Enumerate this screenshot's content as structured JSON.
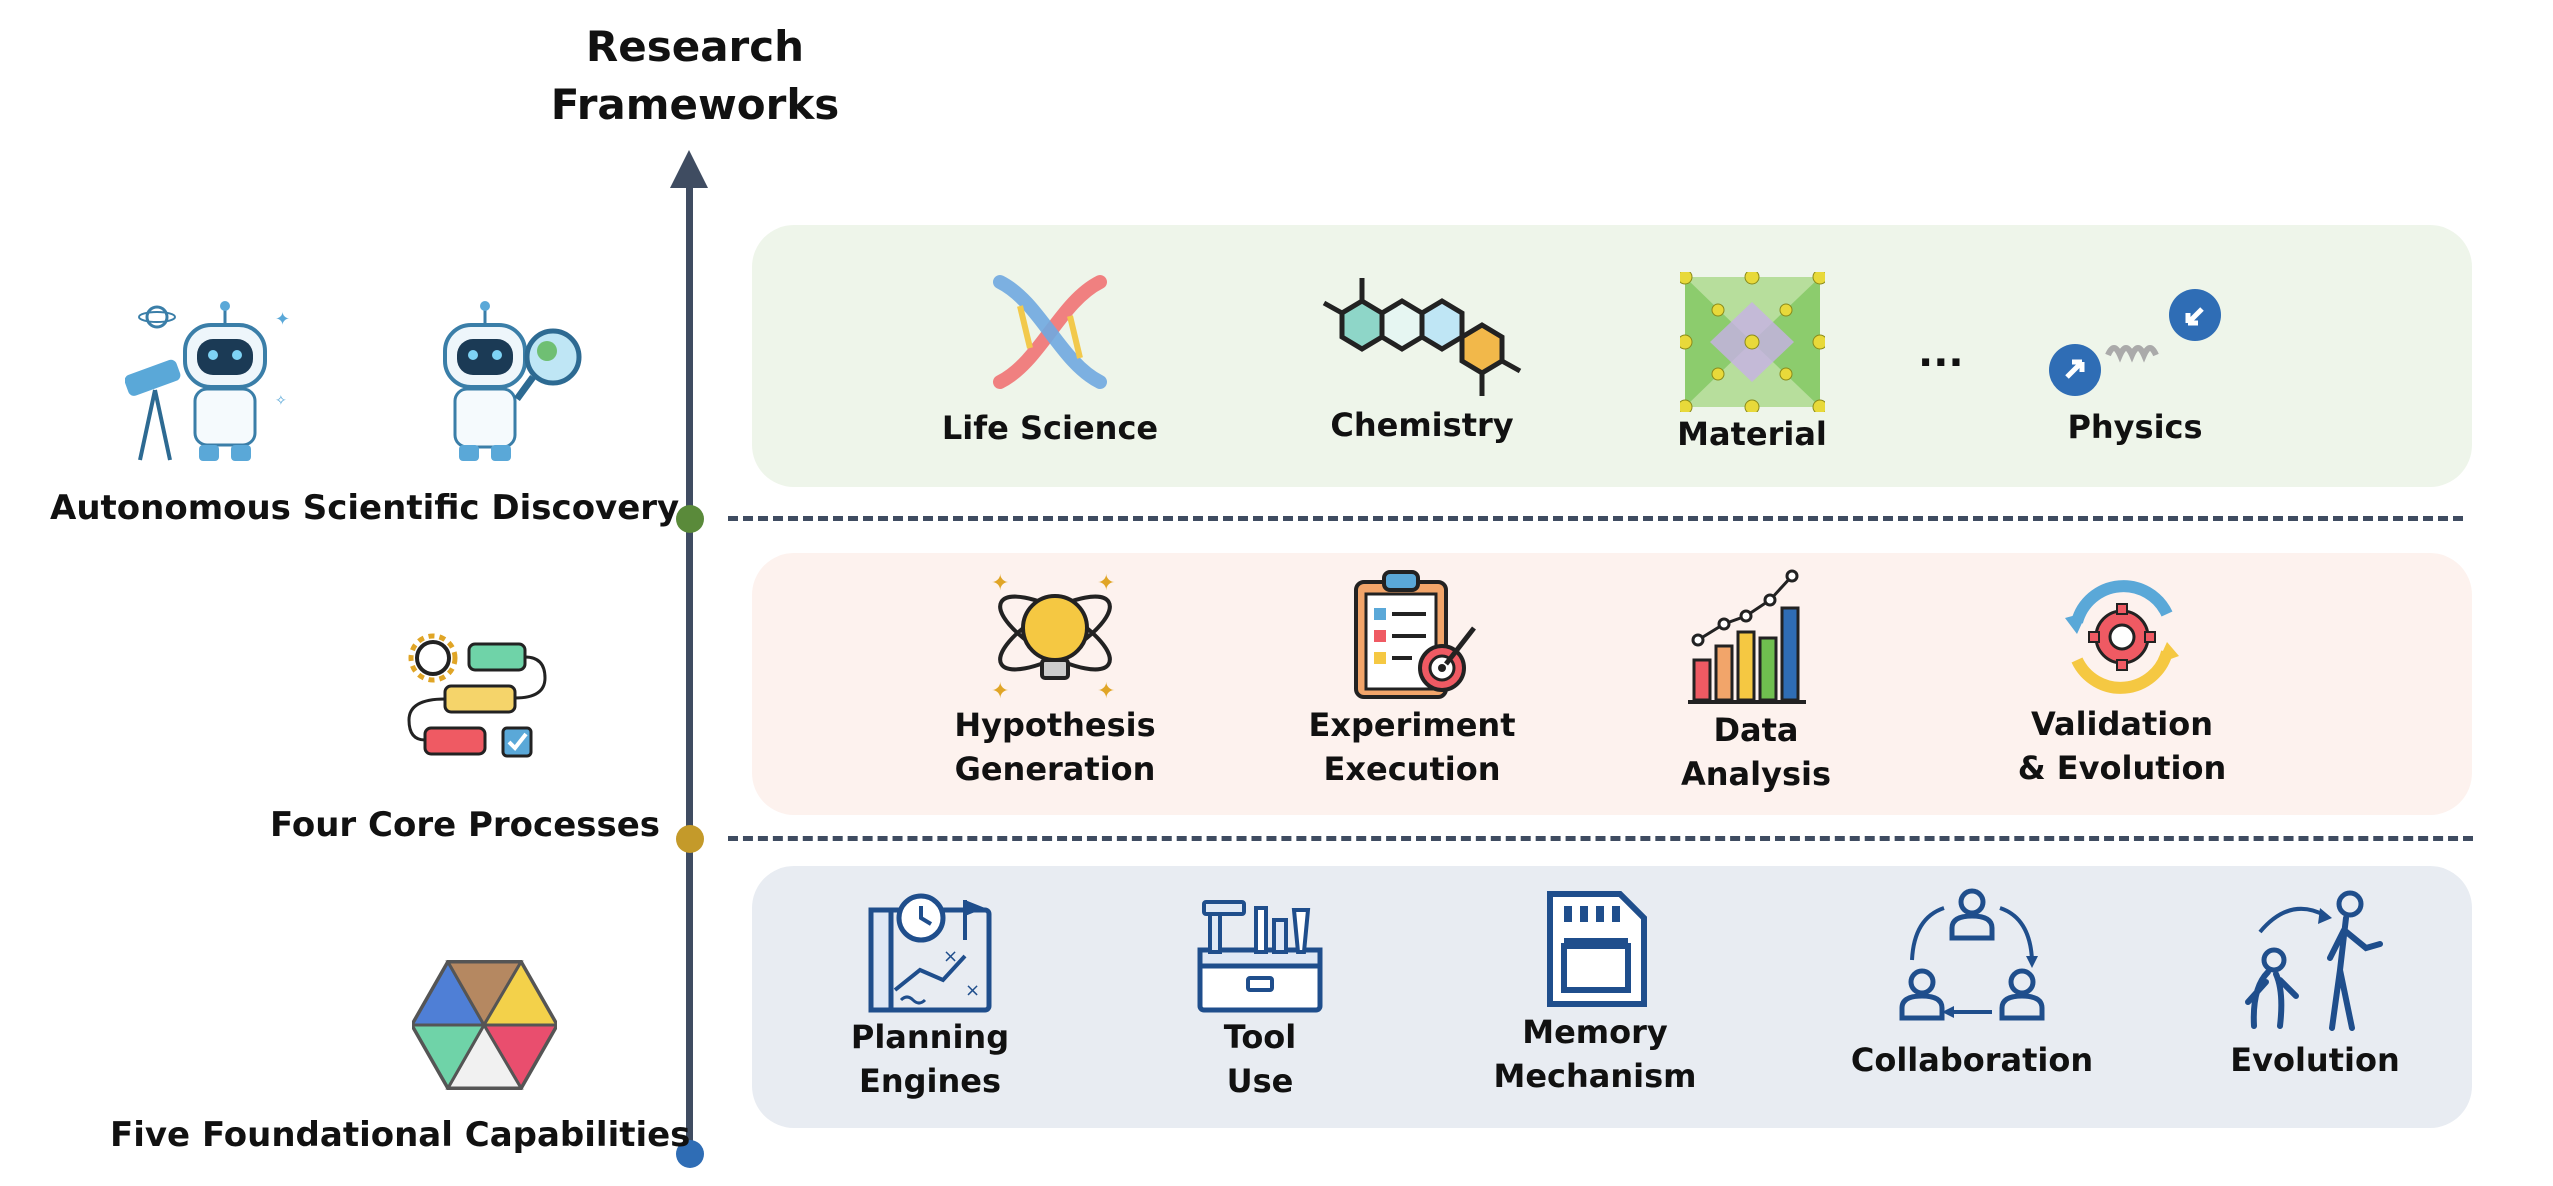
{
  "axis": {
    "title": "Research\nFrameworks"
  },
  "levels": {
    "top": {
      "label": "Autonomous Scientific Discovery",
      "dot_color": "#5a8a3a",
      "band_color": "#eef5ea"
    },
    "mid": {
      "label": "Four Core Processes",
      "dot_color": "#c49a2a",
      "band_color": "#fdf2ee"
    },
    "bottom": {
      "label": "Five Foundational Capabilities",
      "dot_color": "#2f6db5",
      "band_color": "#e8ecf2"
    }
  },
  "domains": [
    {
      "label": "Life Science",
      "icon": "dna-helix-icon"
    },
    {
      "label": "Chemistry",
      "icon": "molecule-icon"
    },
    {
      "label": "Material",
      "icon": "crystal-lattice-icon"
    },
    {
      "label": "...",
      "icon": ""
    },
    {
      "label": "Physics",
      "icon": "particles-spring-icon"
    }
  ],
  "processes": [
    {
      "label": "Hypothesis\nGeneration",
      "icon": "lightbulb-atom-icon"
    },
    {
      "label": "Experiment\nExecution",
      "icon": "clipboard-target-icon"
    },
    {
      "label": "Data\nAnalysis",
      "icon": "bar-chart-icon"
    },
    {
      "label": "Validation\n& Evolution",
      "icon": "gear-cycle-icon"
    }
  ],
  "capabilities": [
    {
      "label": "Planning\nEngines",
      "icon": "planning-board-icon"
    },
    {
      "label": "Tool\nUse",
      "icon": "toolbox-icon"
    },
    {
      "label": "Memory\nMechanism",
      "icon": "memory-card-icon"
    },
    {
      "label": "Collaboration",
      "icon": "collaboration-cycle-icon"
    },
    {
      "label": "Evolution",
      "icon": "human-evolution-icon"
    }
  ]
}
